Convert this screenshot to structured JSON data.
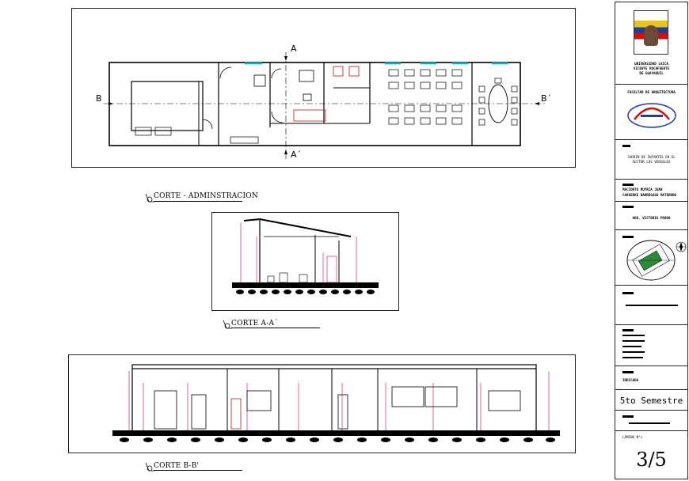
{
  "captions": {
    "admin": "CORTE - ADMINSTRACION",
    "aa": "CORTE A-A´",
    "bb": "CORTE B-B'"
  },
  "plan_labels": {
    "a_top": "A",
    "a_bottom": "A´",
    "b_left": "B",
    "b_right": "B´"
  },
  "title_block": {
    "university_lines": [
      "UNIVERSIDAD LAICA",
      "VICENTE ROCAFUERTE",
      "DE GUAYAQUIL"
    ],
    "faculty": "FACULTAD DE ARQUITECTURA",
    "project_lines": [
      "JARDIN DE INFANTES EN EL",
      "SECTOR LOS VERGELES"
    ],
    "students": [
      "MACIONTO MUYRIA JUAN",
      "CARGERKE BARREGAGO MATERRNO"
    ],
    "professor": "ARQ. VICTORIA PRADO",
    "content_label": "INDICADA",
    "semester": "5to Semestre",
    "sheet_label": "LÁMINA N°s",
    "sheet": "3/5"
  },
  "colors": {
    "line": "#000000",
    "dimension": "#cc0066",
    "glass": "#00b3c8",
    "wood": "#b22222",
    "logo_blue": "#1a3fa0",
    "logo_red": "#d01010",
    "map_green": "#2a8a3a"
  }
}
